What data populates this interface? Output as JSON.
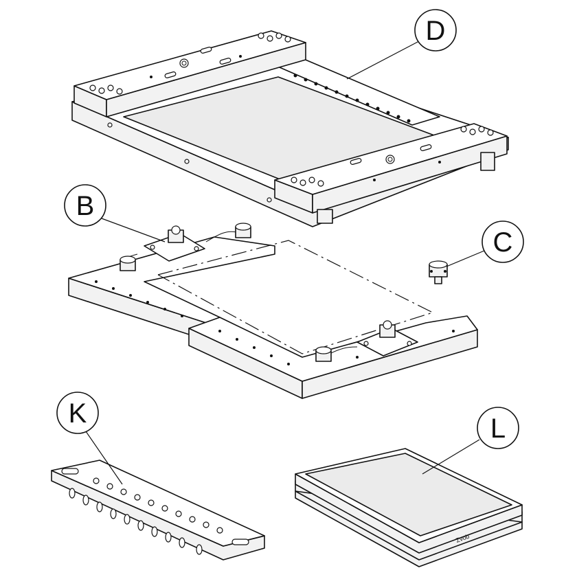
{
  "callouts": {
    "D": "D",
    "B": "B",
    "C": "C",
    "K": "K",
    "L": "L"
  },
  "brand_mark": "Σvob"
}
